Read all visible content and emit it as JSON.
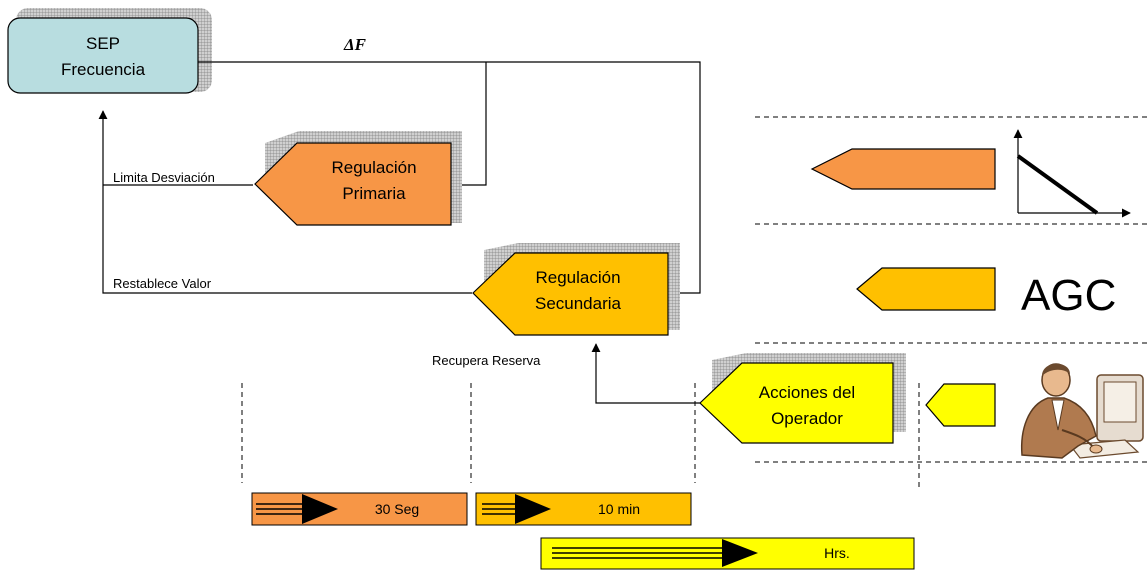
{
  "sep_block": {
    "line1": "SEP",
    "line2": "Frecuencia"
  },
  "delta_label": "ΔF",
  "primary_block": {
    "line1": "Regulación",
    "line2": "Primaria"
  },
  "secondary_block": {
    "line1": "Regulación",
    "line2": "Secundaria"
  },
  "operator_block": {
    "line1": "Acciones del",
    "line2": "Operador"
  },
  "signals": {
    "limit": "Limita Desviación",
    "restore": "Restablece Valor",
    "reserve": "Recupera Reserva"
  },
  "agc_label": "AGC",
  "timescales": {
    "primary": "30 Seg",
    "secondary": "10 min",
    "operator": "Hrs."
  },
  "colors": {
    "sep_fill": "#b8dde0",
    "primary_fill": "#f79646",
    "secondary_fill": "#ffc000",
    "operator_fill": "#ffff00",
    "shadow": "#a0a0a0"
  },
  "icons": {
    "droop": "droop-characteristic-icon",
    "operator": "operator-at-computer-icon"
  }
}
